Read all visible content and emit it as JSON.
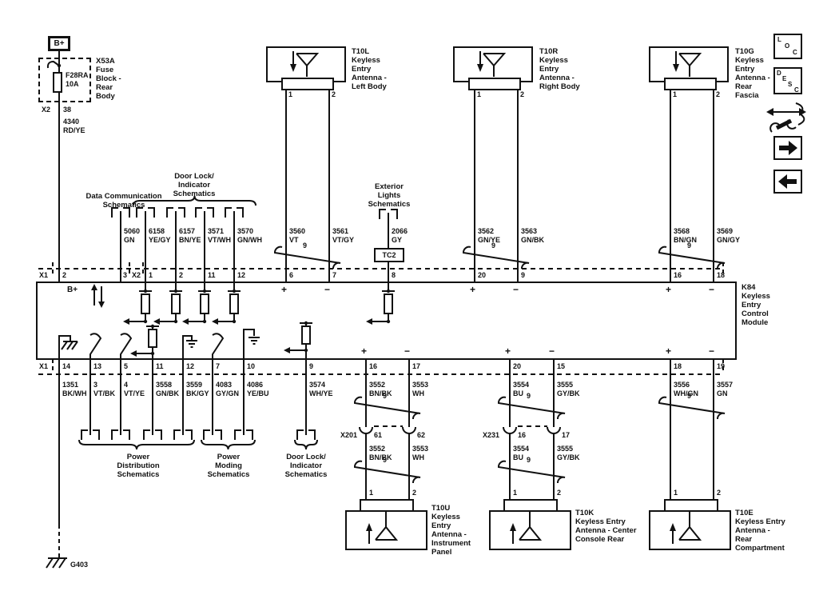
{
  "power_feed": {
    "bplus": "B+",
    "fuse_block_label": "X53A\nFuse\nBlock -\nRear\nBody",
    "fuse_label": "F28RA\n10A",
    "connector": "X2",
    "pin": "38",
    "wire": "4340\nRD/YE"
  },
  "module": {
    "label": "K84\nKeyless\nEntry\nControl\nModule",
    "internal_bplus": "B+",
    "conn_top_x1": "X1",
    "conn_top_x2": "X2",
    "conn_bottom_x1": "X1",
    "pins_top": [
      "2",
      "3",
      "1",
      "2",
      "11",
      "12",
      "6",
      "7",
      "8",
      "20",
      "9",
      "16",
      "18"
    ],
    "pins_bottom": [
      "14",
      "13",
      "5",
      "11",
      "12",
      "7",
      "10",
      "9",
      "16",
      "17",
      "20",
      "15",
      "18",
      "19"
    ]
  },
  "refs": {
    "data_comm": "Data Communication\nSchematics",
    "door_lock_top": "Door Lock/\nIndicator\nSchematics",
    "exterior_lights": "Exterior\nLights\nSchematics",
    "tc2": "TC2",
    "power_dist": "Power\nDistribution\nSchematics",
    "power_moding": "Power\nModing\nSchematics",
    "door_lock_bottom": "Door Lock/\nIndicator\nSchematics"
  },
  "wires_top": [
    "5060\nGN",
    "6158\nYE/GY",
    "6157\nBN/YE",
    "3571\nVT/WH",
    "3570\nGN/WH",
    "3560\nVT",
    "3561\nVT/GY",
    "2066\nGY",
    "3562\nGN/YE",
    "3563\nGN/BK",
    "3568\nBN/GN",
    "3569\nGN/GY"
  ],
  "wires_bottom": [
    "1351\nBK/WH",
    "3\nVT/BK",
    "4\nVT/YE",
    "3558\nGN/BK",
    "3559\nBK/GY",
    "4083\nGY/GN",
    "4086\nYE/BU",
    "3574\nWH/YE",
    "3552\nBN/BK",
    "3553\nWH",
    "3554\nBU",
    "3555\nGY/BK",
    "3556\nWH/GN",
    "3557\nGN"
  ],
  "wires_repeat": [
    "3552\nBN/BK",
    "3553\nWH",
    "3554\nBU",
    "3555\nGY/BK"
  ],
  "inline_connectors": {
    "x201": {
      "label": "X201",
      "pins": [
        "61",
        "62"
      ]
    },
    "x231": {
      "label": "X231",
      "pins": [
        "16",
        "17"
      ]
    }
  },
  "antennas": {
    "pin1": "1",
    "pin2": "2",
    "t10l": "T10L\nKeyless\nEntry\nAntenna -\nLeft Body",
    "t10r": "T10R\nKeyless\nEntry\nAntenna -\nRight Body",
    "t10g": "T10G\nKeyless\nEntry\nAntenna -\nRear\nFascia",
    "t10u": "T10U\nKeyless\nEntry\nAntenna -\nInstrument\nPanel",
    "t10k": "T10K\nKeyless Entry\nAntenna - Center\nConsole Rear",
    "t10e": "T10E\nKeyless Entry\nAntenna -\nRear\nCompartment"
  },
  "ground": {
    "label": "G403"
  },
  "symbols": {
    "twist": "9",
    "plus": "+",
    "minus": "−"
  },
  "sidebar": {
    "loc_letters": [
      "L",
      "O",
      "C"
    ],
    "desc_letters": [
      "D",
      "E",
      "S",
      "C"
    ]
  }
}
